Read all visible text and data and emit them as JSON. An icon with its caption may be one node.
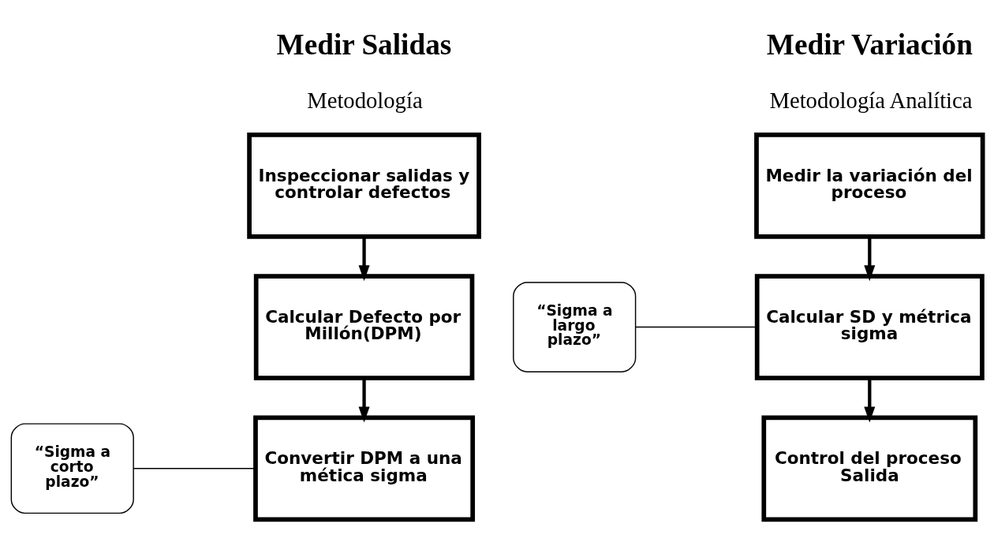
{
  "diagram": {
    "nodes": [
      {
        "text": [
          "Inspeccionar salidas y controlar defectos"
        ]
      },
      {
        "text": [
          "Medir la variación del proceso"
        ]
      },
      {
        "text": [
          "Calcular Defecto por Millón(DPM)"
        ]
      },
      {
        "text": [
          "Calcular SD y métrica sigma"
        ]
      },
      {
        "text": [
          "“Sigma a largo plazo”"
        ]
      },
      {
        "text": [
          "“Sigma a corto plazo”"
        ]
      },
      {
        "text": [
          "Convertir DPM a una mética sigma"
        ]
      },
      {
        "text": [
          "Control del proceso Salida"
        ]
      }
    ],
    "edges": [
      {
        "from": 0,
        "to": 2,
        "arrow": "to"
      },
      {
        "from": 2,
        "to": 6,
        "arrow": "to"
      },
      {
        "from": 1,
        "to": 3,
        "arrow": "to"
      },
      {
        "from": 3,
        "to": 7,
        "arrow": "to"
      },
      {
        "from": 4,
        "to": 3,
        "arrow": "none"
      },
      {
        "from": 5,
        "to": 6,
        "arrow": "none"
      }
    ],
    "labels": [
      "Medir Salidas",
      "Medir Variación",
      "Metodología",
      "Metodología Analítica"
    ]
  }
}
